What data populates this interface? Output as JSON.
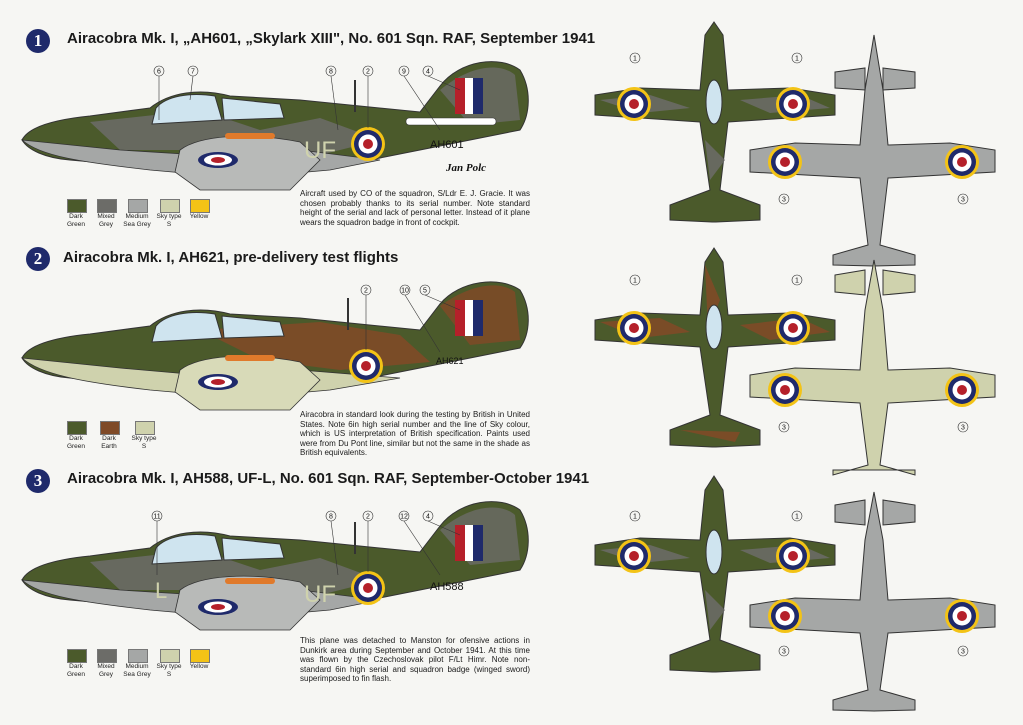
{
  "profiles": [
    {
      "number": "1",
      "title": "Airacobra Mk. I, „AH601, „Skylark XIII\", No. 601 Sqn. RAF, September 1941",
      "description": "Aircraft used by CO of the squadron, S/Ldr E. J. Gracie. It was chosen probably thanks to its serial number. Note standard height of the serial and lack of personal letter. Instead of it plane wears the squadron badge in front of cockpit.",
      "serial": "AH601",
      "codes": "UF",
      "signature": "Jan Polc",
      "callouts": [
        "6",
        "7",
        "8",
        "2",
        "9",
        "4"
      ],
      "swatches": [
        {
          "label": "Dark Green",
          "color": "#4b5a2b"
        },
        {
          "label": "Mixed Grey",
          "color": "#6c6c68"
        },
        {
          "label": "Medium Sea Grey",
          "color": "#a5a7a6"
        },
        {
          "label": "Sky type S",
          "color": "#cfd2ad"
        },
        {
          "label": "Yellow",
          "color": "#f3c316"
        }
      ]
    },
    {
      "number": "2",
      "title": "Airacobra Mk. I, AH621, pre-delivery test flights",
      "description": "Airacobra in standard look during the testing by British in United States. Note 6in high serial number and the line of Sky colour, which is US interpretation of British specification. Paints used were from Du Pont line, similar but not the same in the shade as British equivalents.",
      "serial": "AH621",
      "callouts": [
        "2",
        "10",
        "5"
      ],
      "swatches": [
        {
          "label": "Dark Green",
          "color": "#4b5a2b"
        },
        {
          "label": "Dark Earth",
          "color": "#7f4a27"
        },
        {
          "label": "Sky type S",
          "color": "#cfd2ad"
        }
      ]
    },
    {
      "number": "3",
      "title": "Airacobra Mk. I, AH588, UF-L, No. 601 Sqn. RAF, September-October 1941",
      "description": "This plane was detached to Manston for ofensive actions in Dunkirk area during September and October 1941. At this time was flown by the Czechoslovak pilot F/Lt Himr. Note non-standard 6in high serial and squadron badge (winged sword) superimposed to fin flash.",
      "serial": "AH588",
      "codes": "UF",
      "letter": "L",
      "callouts": [
        "11",
        "8",
        "2",
        "12",
        "4"
      ],
      "swatches": [
        {
          "label": "Dark Green",
          "color": "#4b5a2b"
        },
        {
          "label": "Mixed Grey",
          "color": "#6c6c68"
        },
        {
          "label": "Medium Sea Grey",
          "color": "#a5a7a6"
        },
        {
          "label": "Sky type S",
          "color": "#cfd2ad"
        },
        {
          "label": "Yellow",
          "color": "#f3c316"
        }
      ]
    }
  ],
  "plan_callouts": {
    "upper": "1",
    "lower": "3"
  },
  "colors": {
    "dark_green": "#4b5a2b",
    "mixed_grey": "#6c6c68",
    "medium_sea_grey": "#a5a7a6",
    "sky": "#cfd2ad",
    "yellow": "#f3c316",
    "dark_earth": "#7f4a27",
    "roundel_blue": "#1f2a6b",
    "roundel_red": "#b5202a",
    "number_badge": "#1f2a6b"
  }
}
